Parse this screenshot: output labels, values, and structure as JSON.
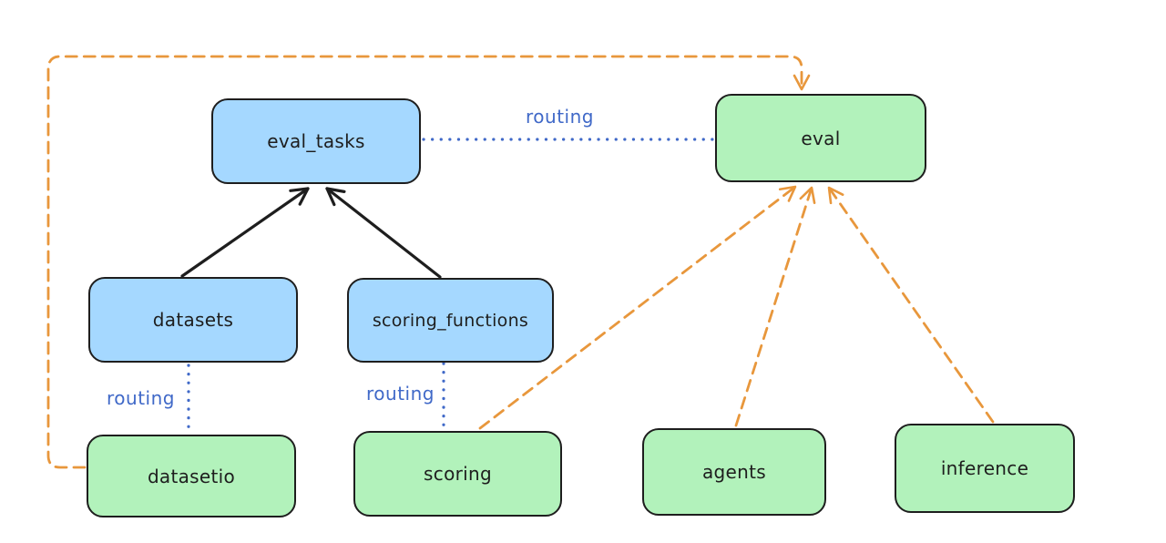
{
  "diagram": {
    "nodes": [
      {
        "id": "eval_tasks",
        "label": "eval_tasks",
        "kind": "resource"
      },
      {
        "id": "eval",
        "label": "eval",
        "kind": "api"
      },
      {
        "id": "datasets",
        "label": "datasets",
        "kind": "resource"
      },
      {
        "id": "scoring_functions",
        "label": "scoring_functions",
        "kind": "resource"
      },
      {
        "id": "datasetio",
        "label": "datasetio",
        "kind": "api"
      },
      {
        "id": "scoring",
        "label": "scoring",
        "kind": "api"
      },
      {
        "id": "agents",
        "label": "agents",
        "kind": "api"
      },
      {
        "id": "inference",
        "label": "inference",
        "kind": "api"
      }
    ],
    "edge_labels": [
      "routing",
      "routing",
      "routing"
    ],
    "edges": [
      {
        "from": "datasets",
        "to": "eval_tasks",
        "style": "solid-black-arrow"
      },
      {
        "from": "scoring_functions",
        "to": "eval_tasks",
        "style": "solid-black-arrow"
      },
      {
        "from": "eval_tasks",
        "to": "eval",
        "style": "dotted-blue",
        "label": "routing"
      },
      {
        "from": "datasets",
        "to": "datasetio",
        "style": "dotted-blue",
        "label": "routing"
      },
      {
        "from": "scoring_functions",
        "to": "scoring",
        "style": "dotted-blue",
        "label": "routing"
      },
      {
        "from": "datasetio",
        "to": "eval",
        "style": "dashed-orange-arrow"
      },
      {
        "from": "scoring",
        "to": "eval",
        "style": "dashed-orange-arrow"
      },
      {
        "from": "agents",
        "to": "eval",
        "style": "dashed-orange-arrow"
      },
      {
        "from": "inference",
        "to": "eval",
        "style": "dashed-orange-arrow"
      }
    ],
    "colors": {
      "resource_fill": "#a5d8ff",
      "api_fill": "#b2f2bb",
      "stroke": "#1e1e1e",
      "routing_blue": "#4069c8",
      "dependency_orange": "#e8973c",
      "background": "#ffffff"
    }
  }
}
